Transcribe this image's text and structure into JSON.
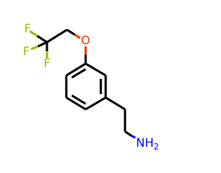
{
  "molecule": {
    "colors": {
      "carbon_bond": "#000000",
      "fluorine": "#8fbf00",
      "oxygen": "#e23a00",
      "nitrogen": "#0000ff"
    },
    "atoms": {
      "f1": "F",
      "f2": "F",
      "f3": "F",
      "o": "O",
      "n": "NH",
      "n_subscript": "2"
    }
  }
}
